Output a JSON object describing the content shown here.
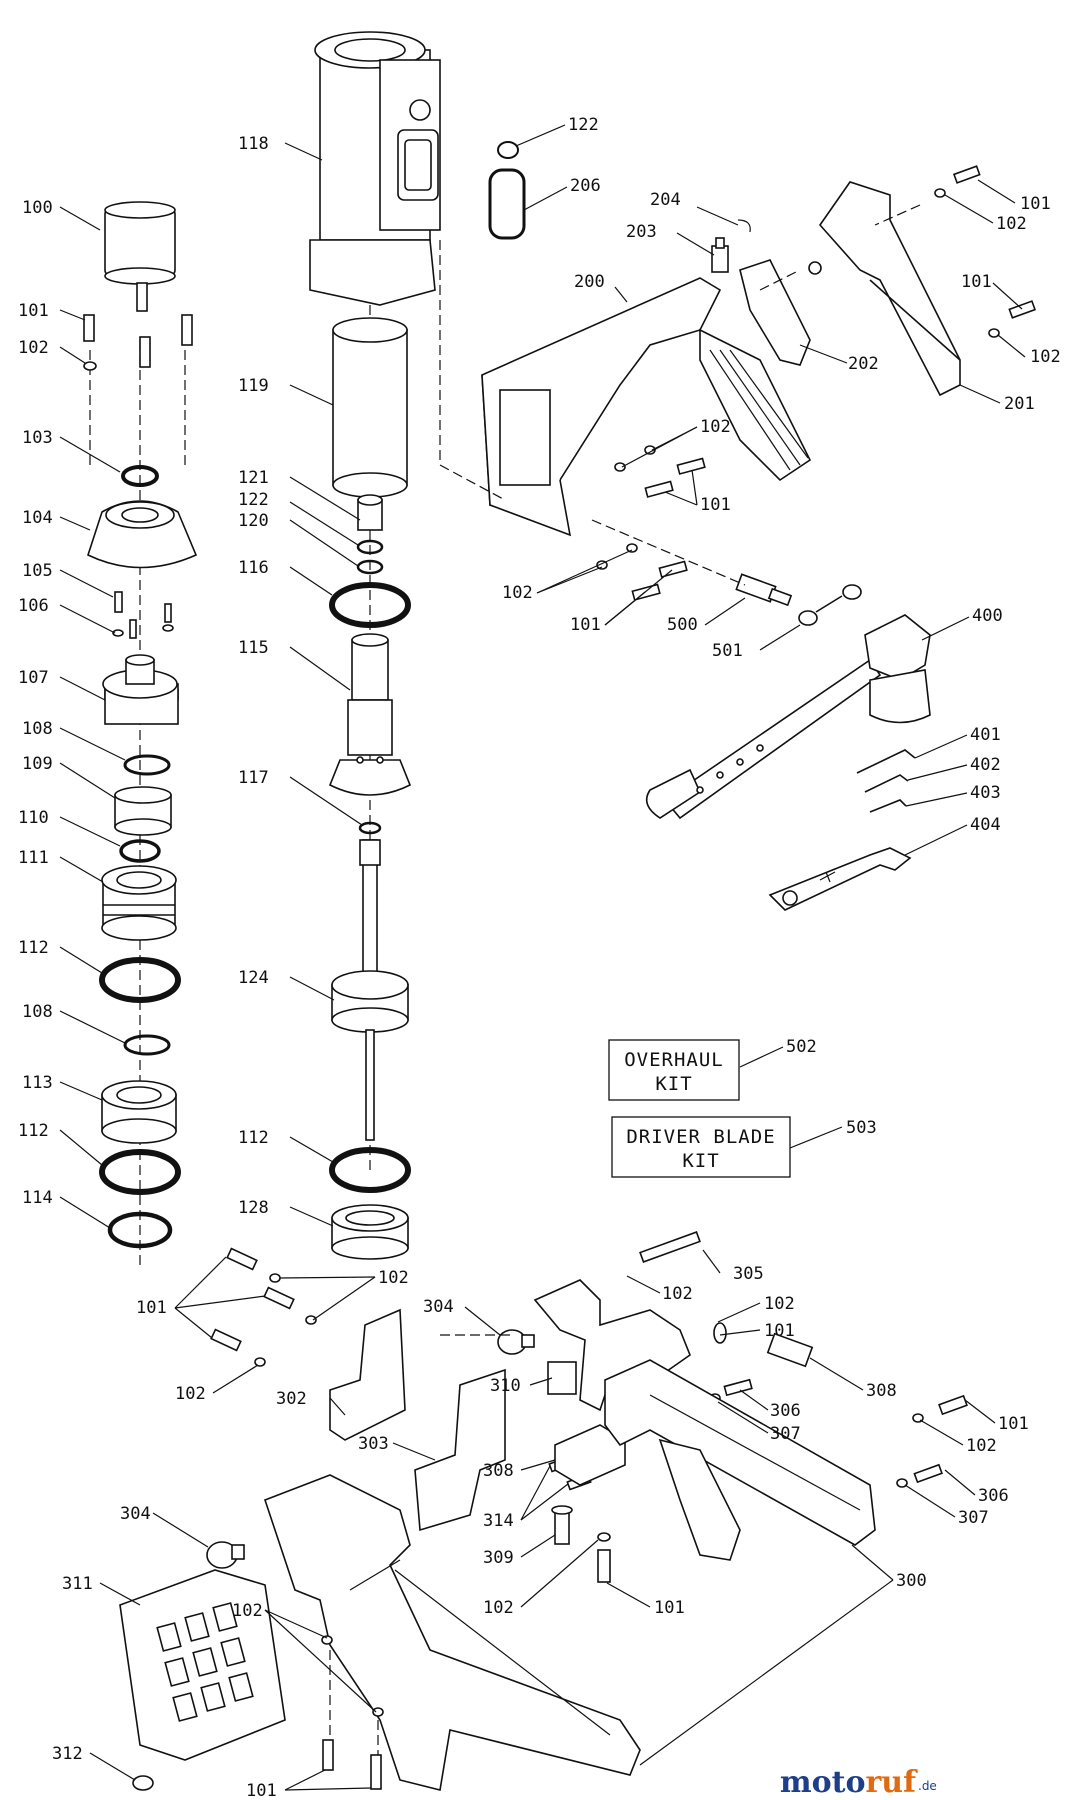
{
  "labels": {
    "p100": "100",
    "p101a": "101",
    "p102a": "102",
    "p103": "103",
    "p104": "104",
    "p105": "105",
    "p106": "106",
    "p107": "107",
    "p108a": "108",
    "p109": "109",
    "p110": "110",
    "p111": "111",
    "p112a": "112",
    "p108b": "108",
    "p113": "113",
    "p112b": "112",
    "p114": "114",
    "p118": "118",
    "p119": "119",
    "p121": "121",
    "p122a": "122",
    "p120": "120",
    "p116": "116",
    "p115": "115",
    "p117": "117",
    "p124": "124",
    "p112c": "112",
    "p128": "128",
    "p122b": "122",
    "p206": "206",
    "p204": "204",
    "p203": "203",
    "p200": "200",
    "p202": "202",
    "p201": "201",
    "p101b": "101",
    "p102b": "102",
    "p101c": "101",
    "p102c": "102",
    "p102d": "102",
    "p101d": "101",
    "p102e": "102",
    "p101e": "101",
    "p500": "500",
    "p501": "501",
    "p400": "400",
    "p401": "401",
    "p402": "402",
    "p403": "403",
    "p404": "404",
    "p502": "502",
    "p503": "503",
    "p101f": "101",
    "p102f": "102",
    "p102g": "102",
    "p302": "302",
    "p303": "303",
    "p304a": "304",
    "p305": "305",
    "p102h": "102",
    "p102i": "102",
    "p101g": "101",
    "p310": "310",
    "p308a": "308",
    "p306a": "306",
    "p307a": "307",
    "p101h": "101",
    "p102j": "102",
    "p306b": "306",
    "p307b": "307",
    "p308b": "308",
    "p314": "314",
    "p309": "309",
    "p102k": "102",
    "p101i": "101",
    "p300": "300",
    "p304b": "304",
    "p311": "311",
    "p102l": "102",
    "p312": "312",
    "p101j": "101"
  },
  "kits": {
    "overhaul_line1": "OVERHAUL",
    "overhaul_line2": "KIT",
    "driver_line1": "DRIVER BLADE",
    "driver_line2": "KIT"
  },
  "watermark": {
    "part1": "moto",
    "part2": "ruf",
    "suffix": ".de"
  }
}
